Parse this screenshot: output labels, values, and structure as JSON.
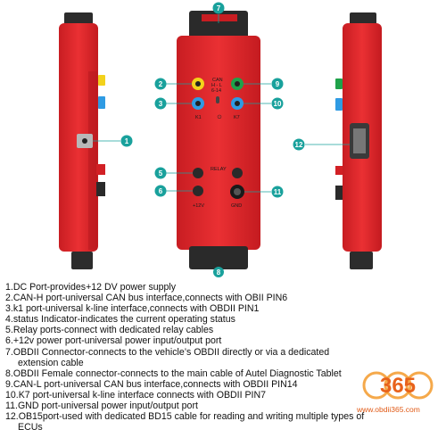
{
  "device": {
    "front_labels": {
      "can": "CAN",
      "h_l": "H - L",
      "pins": "6-14",
      "k1": "K1",
      "k7": "K7",
      "relay": "RELAY",
      "plus12v": "+12V",
      "gnd": "GND"
    },
    "callouts": [
      "1",
      "2",
      "3",
      "4",
      "5",
      "6",
      "7",
      "8",
      "9",
      "10",
      "11",
      "12"
    ]
  },
  "descriptions": [
    {
      "line": "1.DC Port-provides+12 DV power supply",
      "cont": ""
    },
    {
      "line": "2.CAN-H port-universal CAN bus interface,connects with OBII PIN6",
      "cont": ""
    },
    {
      "line": "3.k1 port-universal k-line interface,connects with OBDII PIN1",
      "cont": ""
    },
    {
      "line": "4.status Indicator-indicates the current operating status",
      "cont": ""
    },
    {
      "line": "5.Relay ports-connect with dedicated relay cables",
      "cont": ""
    },
    {
      "line": "6.+12v power port-universal power input/output port",
      "cont": ""
    },
    {
      "line": "7.OBDII Connector-connects to the vehicle’s OBDII directly or via a dedicated",
      "cont": "extension cable"
    },
    {
      "line": "8.OBDII Female connector-connects to the main cable of Autel Diagnostic Tablet",
      "cont": ""
    },
    {
      "line": "9.CAN-L port-universal CAN bus interface,connects with OBDII PIN14",
      "cont": ""
    },
    {
      "line": "10.K7 port-universal k-line interface connects with OBDII PIN7",
      "cont": ""
    },
    {
      "line": "11.GND port-universal power input/output port",
      "cont": ""
    },
    {
      "line": "12.OB15port-used with dedicated BD15 cable for reading and writing multiple types of",
      "cont": "ECUs"
    }
  ],
  "watermark": {
    "logo": "365",
    "url": "www.obdii365.com"
  },
  "colors": {
    "body_red": "#e3262b",
    "dark": "#2a2a2a",
    "yellow": "#f3d21b",
    "green": "#1fa24a",
    "blue": "#2f9be3",
    "callout": "#19a19c"
  }
}
